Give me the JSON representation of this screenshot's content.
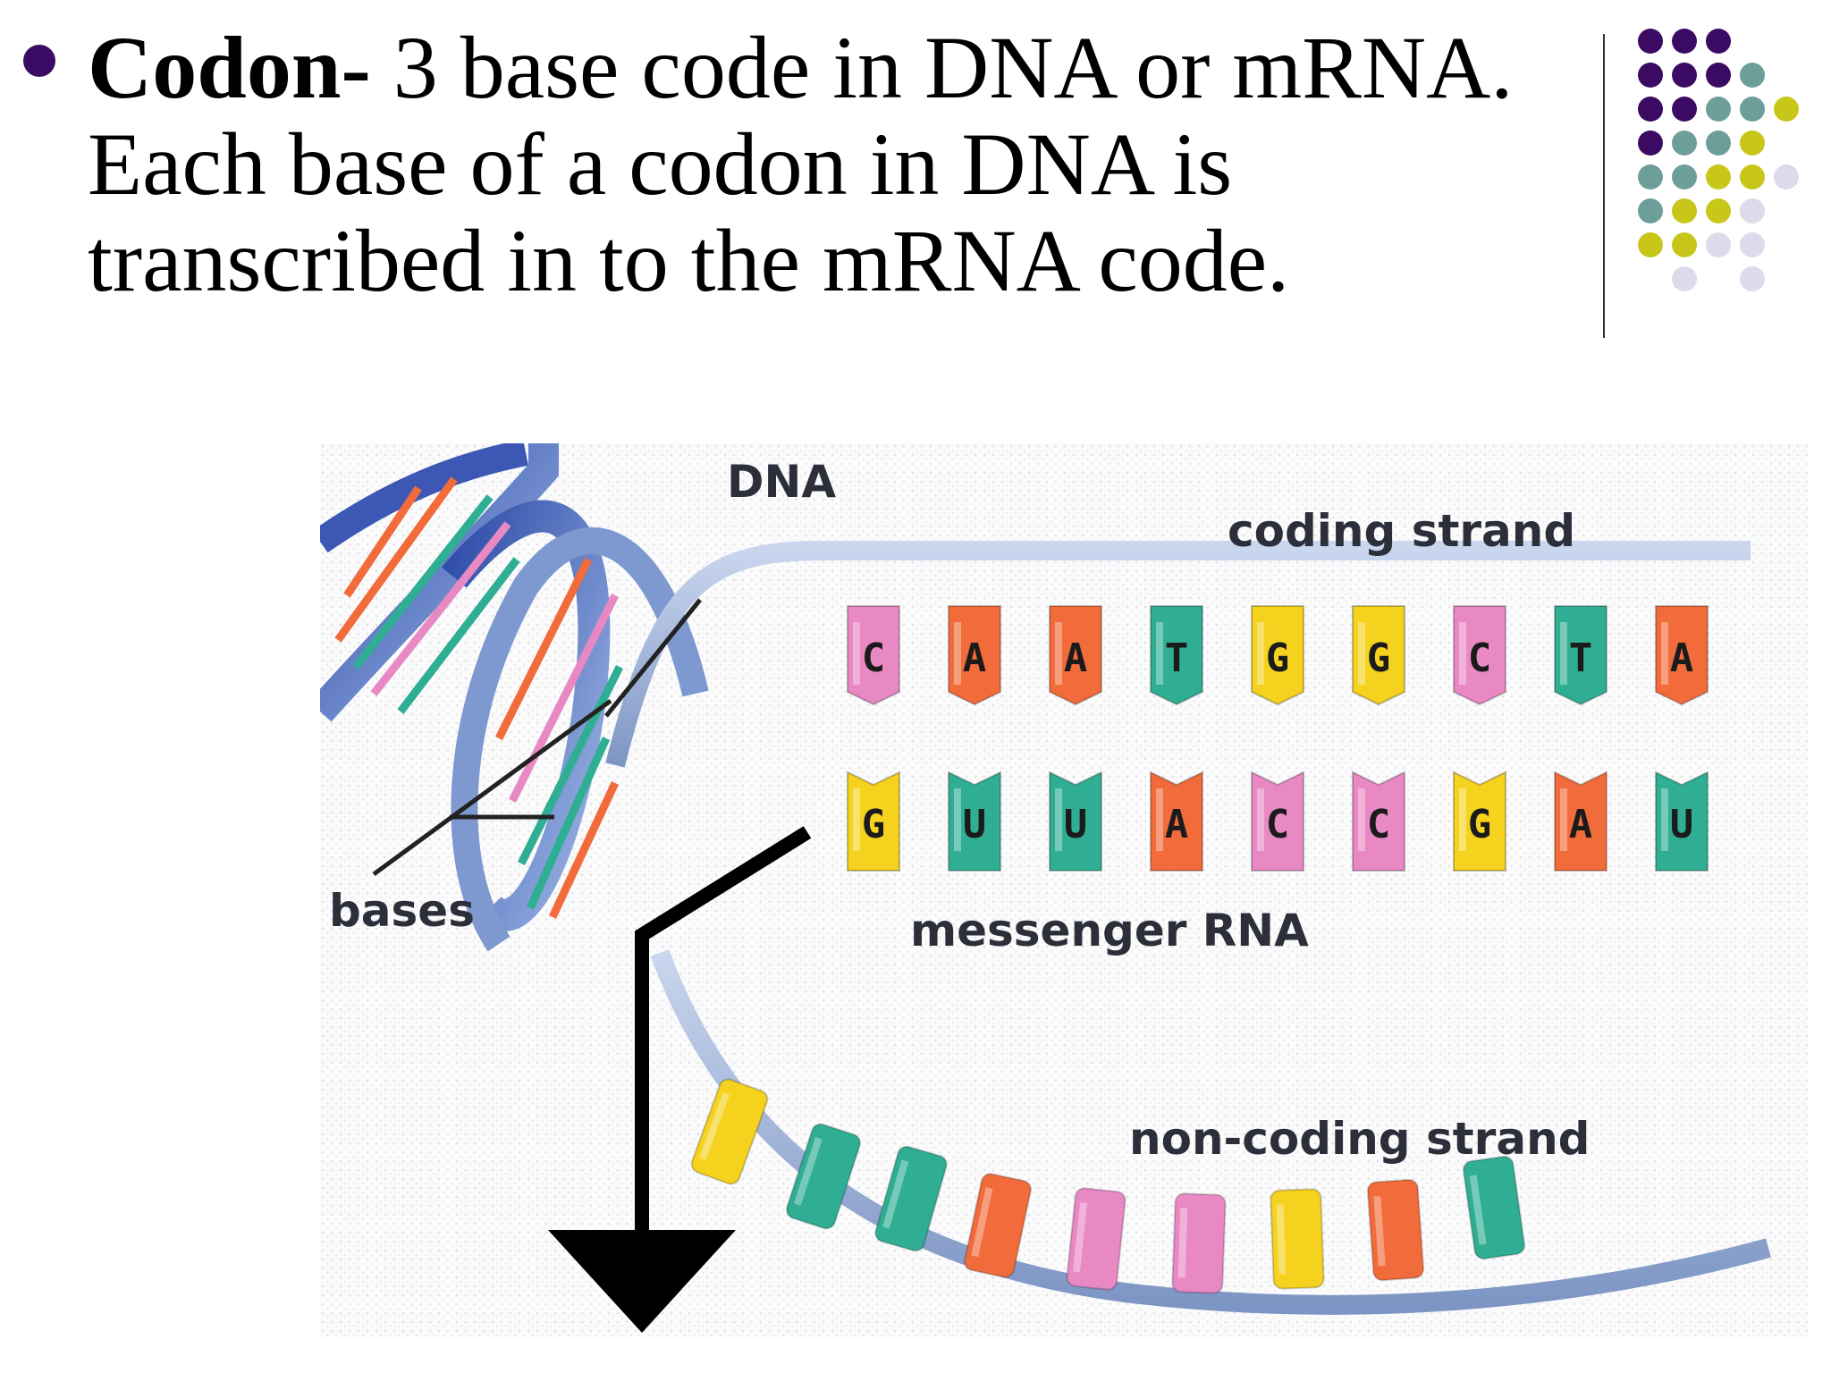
{
  "bullet": {
    "term": "Codon-",
    "definition": " 3 base code in DNA or mRNA. Each base of a codon in DNA is transcribed in to the mRNA code."
  },
  "decor_colors": {
    "purple": "#3b0a63",
    "teal": "#6e9e9a",
    "yellow": "#c9c61a",
    "lavender": "#dcdaeb"
  },
  "diagram": {
    "labels": {
      "dna": "DNA",
      "coding_strand": "coding strand",
      "bases": "bases",
      "messenger_rna": "messenger RNA",
      "non_coding_strand": "non-coding strand"
    },
    "coding_strand_bases": [
      "C",
      "A",
      "A",
      "T",
      "G",
      "G",
      "C",
      "T",
      "A"
    ],
    "mrna_bases": [
      "G",
      "U",
      "U",
      "A",
      "C",
      "C",
      "G",
      "A",
      "U"
    ],
    "base_colors": {
      "A": "#f26b3a",
      "C": "#e889c3",
      "G": "#f5d21e",
      "T": "#2fae93",
      "U": "#2fae93"
    }
  }
}
